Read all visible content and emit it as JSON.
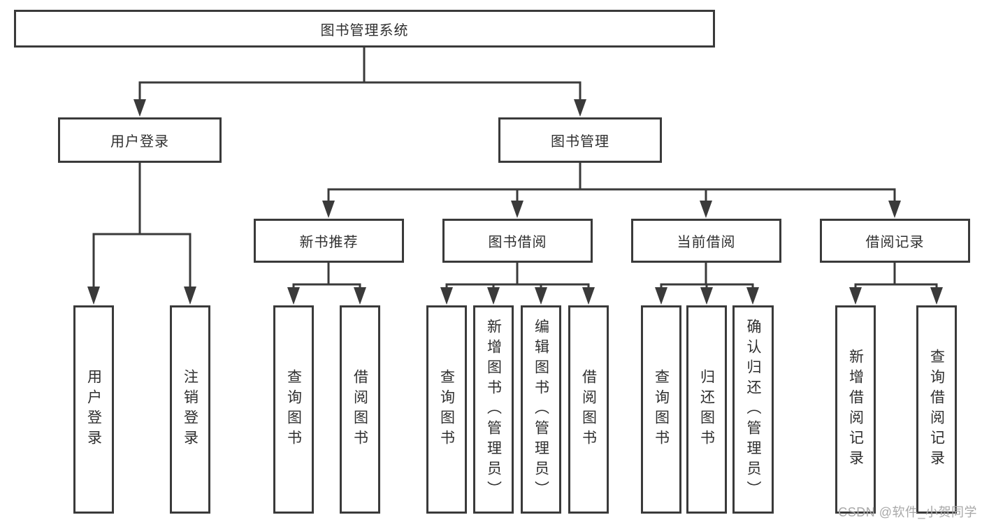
{
  "root": {
    "label": "图书管理系统"
  },
  "branches": {
    "user_login": {
      "label": "用户登录",
      "children": [
        {
          "label": "用户登录"
        },
        {
          "label": "注销登录"
        }
      ]
    },
    "book_mgmt": {
      "label": "图书管理",
      "sections": [
        {
          "label": "新书推荐",
          "children": [
            {
              "label": "查询图书"
            },
            {
              "label": "借阅图书"
            }
          ]
        },
        {
          "label": "图书借阅",
          "children": [
            {
              "label": "查询图书"
            },
            {
              "label": "新增图书（管理员）"
            },
            {
              "label": "编辑图书（管理员）"
            },
            {
              "label": "借阅图书"
            }
          ]
        },
        {
          "label": "当前借阅",
          "children": [
            {
              "label": "查询图书"
            },
            {
              "label": "归还图书"
            },
            {
              "label": "确认归还（管理员）"
            }
          ]
        },
        {
          "label": "借阅记录",
          "children": [
            {
              "label": "新增借阅记录"
            },
            {
              "label": "查询借阅记录"
            }
          ]
        }
      ]
    }
  },
  "watermark": {
    "text": "CSDN @软件_小贺同学"
  },
  "colors": {
    "line": "#3a3a3a",
    "text": "#2f2f2f",
    "watermark": "#a8a8a8",
    "background": "#ffffff"
  }
}
